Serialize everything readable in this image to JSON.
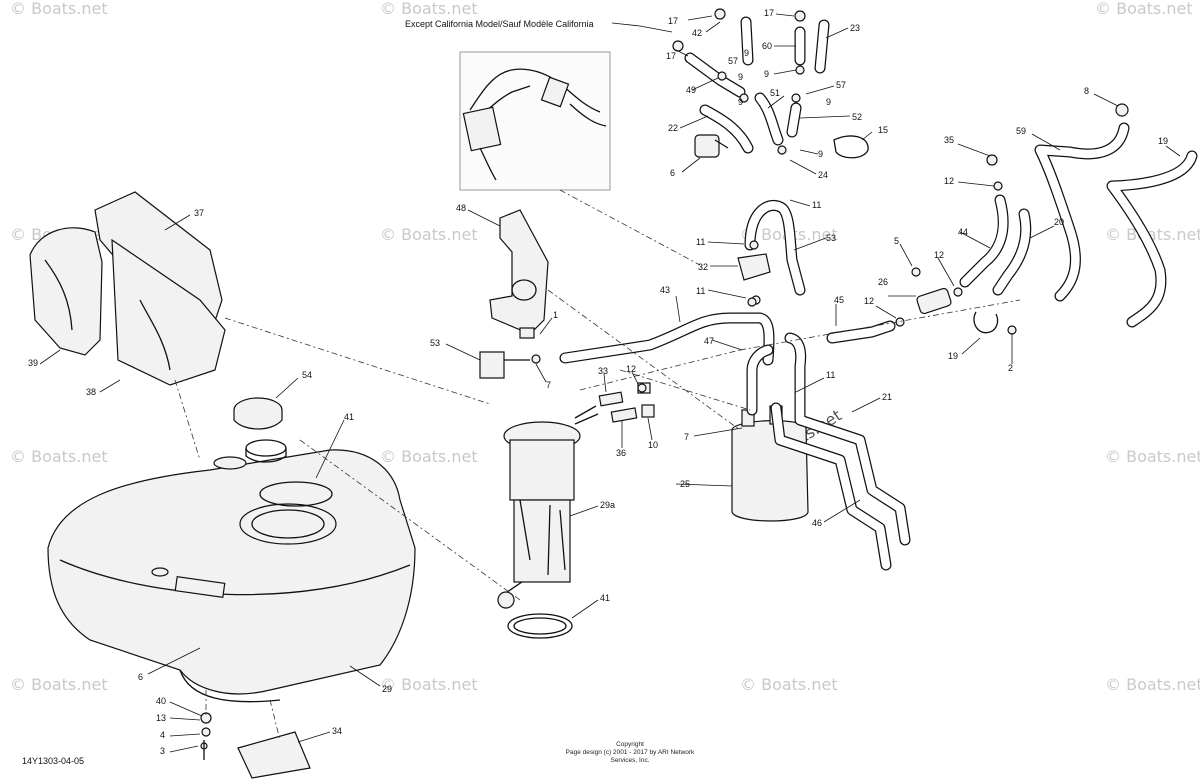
{
  "diagram": {
    "note_label": "Except California Model/Sauf Modèle California",
    "drawing_number": "14Y1303-04-05",
    "copyright_line1": "Copyright",
    "copyright_line2": "Page design (c) 2001 - 2017 by ARI Network Services, Inc.",
    "watermark_text": "© Boats.net"
  },
  "callouts": [
    {
      "id": "c17a",
      "text": "17"
    },
    {
      "id": "c42",
      "text": "42"
    },
    {
      "id": "c17b",
      "text": "17"
    },
    {
      "id": "c23",
      "text": "23"
    },
    {
      "id": "c60",
      "text": "60"
    },
    {
      "id": "c9a",
      "text": "9"
    },
    {
      "id": "c17c",
      "text": "17"
    },
    {
      "id": "c9b",
      "text": "9"
    },
    {
      "id": "c57a",
      "text": "57"
    },
    {
      "id": "c9c",
      "text": "9"
    },
    {
      "id": "c57b",
      "text": "57"
    },
    {
      "id": "c49",
      "text": "49"
    },
    {
      "id": "c9d",
      "text": "9"
    },
    {
      "id": "c51",
      "text": "51"
    },
    {
      "id": "c9e",
      "text": "9"
    },
    {
      "id": "c52",
      "text": "52"
    },
    {
      "id": "c8",
      "text": "8"
    },
    {
      "id": "c22",
      "text": "22"
    },
    {
      "id": "c15",
      "text": "15"
    },
    {
      "id": "c9f",
      "text": "9"
    },
    {
      "id": "c6a",
      "text": "6"
    },
    {
      "id": "c24",
      "text": "24"
    },
    {
      "id": "c35",
      "text": "35"
    },
    {
      "id": "c59",
      "text": "59"
    },
    {
      "id": "c19a",
      "text": "19"
    },
    {
      "id": "c12a",
      "text": "12"
    },
    {
      "id": "c11a",
      "text": "11"
    },
    {
      "id": "c37",
      "text": "37"
    },
    {
      "id": "c48",
      "text": "48"
    },
    {
      "id": "c11b",
      "text": "11"
    },
    {
      "id": "c44",
      "text": "44"
    },
    {
      "id": "c20",
      "text": "20"
    },
    {
      "id": "c53a",
      "text": "53"
    },
    {
      "id": "c5",
      "text": "5"
    },
    {
      "id": "c12b",
      "text": "12"
    },
    {
      "id": "c32",
      "text": "32"
    },
    {
      "id": "c11c",
      "text": "11"
    },
    {
      "id": "c26",
      "text": "26"
    },
    {
      "id": "c43",
      "text": "43"
    },
    {
      "id": "c45",
      "text": "45"
    },
    {
      "id": "c12c",
      "text": "12"
    },
    {
      "id": "c1",
      "text": "1"
    },
    {
      "id": "c47",
      "text": "47"
    },
    {
      "id": "c53b",
      "text": "53"
    },
    {
      "id": "c19b",
      "text": "19"
    },
    {
      "id": "c2",
      "text": "2"
    },
    {
      "id": "c39",
      "text": "39"
    },
    {
      "id": "c7a",
      "text": "7"
    },
    {
      "id": "c33",
      "text": "33"
    },
    {
      "id": "c12d",
      "text": "12"
    },
    {
      "id": "c11d",
      "text": "11"
    },
    {
      "id": "c38",
      "text": "38"
    },
    {
      "id": "c54",
      "text": "54"
    },
    {
      "id": "c21",
      "text": "21"
    },
    {
      "id": "c41a",
      "text": "41"
    },
    {
      "id": "c7b",
      "text": "7"
    },
    {
      "id": "c36",
      "text": "36"
    },
    {
      "id": "c10",
      "text": "10"
    },
    {
      "id": "c25",
      "text": "25"
    },
    {
      "id": "c29a",
      "text": "29a"
    },
    {
      "id": "c46",
      "text": "46"
    },
    {
      "id": "c41b",
      "text": "41"
    },
    {
      "id": "c6b",
      "text": "6"
    },
    {
      "id": "c29",
      "text": "29"
    },
    {
      "id": "c40",
      "text": "40"
    },
    {
      "id": "c13",
      "text": "13"
    },
    {
      "id": "c4",
      "text": "4"
    },
    {
      "id": "c34",
      "text": "34"
    },
    {
      "id": "c3",
      "text": "3"
    }
  ]
}
